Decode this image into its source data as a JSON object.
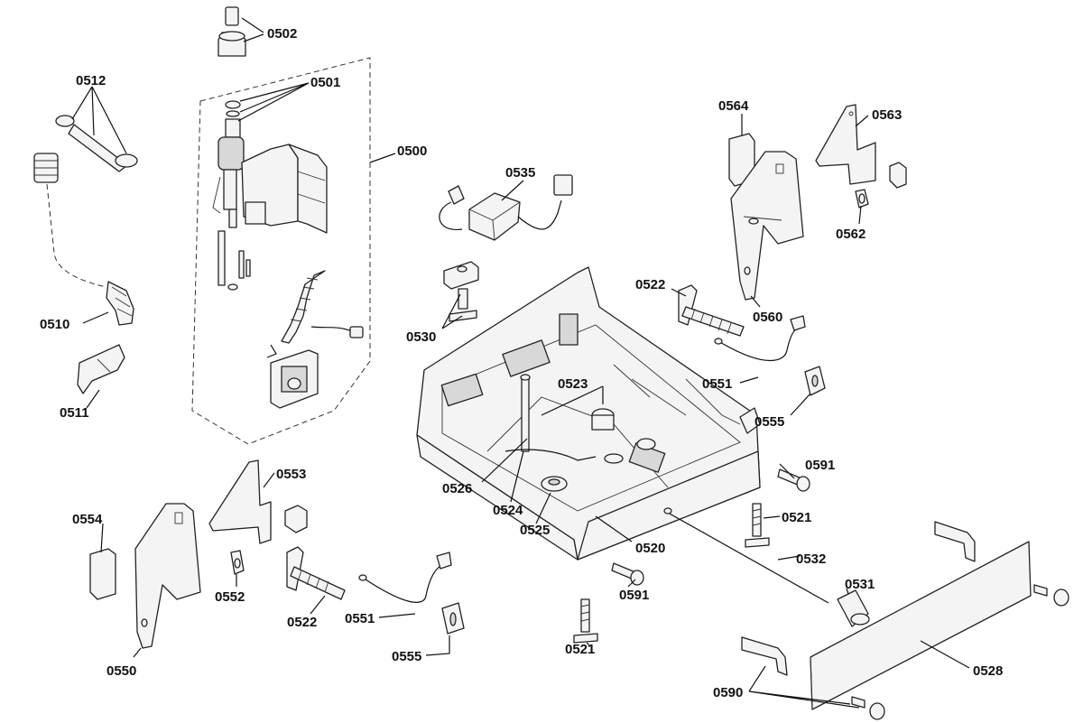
{
  "labels": {
    "p0502": "0502",
    "p0501": "0501",
    "p0512": "0512",
    "p0500": "0500",
    "p0510": "0510",
    "p0511": "0511",
    "p0535": "0535",
    "p0530": "0530",
    "p0564": "0564",
    "p0563": "0563",
    "p0562": "0562",
    "p0522a": "0522",
    "p0560": "0560",
    "p0551a": "0551",
    "p0523": "0523",
    "p0555a": "0555",
    "p0591a": "0591",
    "p0553": "0553",
    "p0526": "0526",
    "p0524": "0524",
    "p0525": "0525",
    "p0521a": "0521",
    "p0554": "0554",
    "p0520": "0520",
    "p0532": "0532",
    "p0591b": "0591",
    "p0531": "0531",
    "p0552": "0552",
    "p0522b": "0522",
    "p0551b": "0551",
    "p0521b": "0521",
    "p0550": "0550",
    "p0555b": "0555",
    "p0590": "0590",
    "p0528": "0528"
  }
}
